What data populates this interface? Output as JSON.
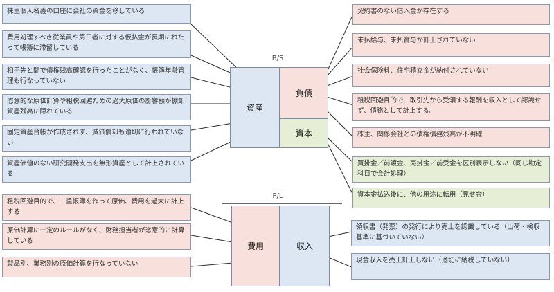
{
  "bs": {
    "title": "B/S",
    "assets": "資産",
    "liabilities": "負債",
    "equity": "資本",
    "left_notes": [
      "株主個人名義の口座に会社の資金を移している",
      "費用処理すべき従業員や第三者に対する仮払金が長期にわたって帳簿に滞留している",
      "相手先と間で債権残高確認を行ったことがなく、帳簿年齢管理も行なっていない",
      "恣意的な原価計算や租税回避ための過大原価の影響額が棚卸資産残高に隠れている",
      "固定資産台帳が作成されず、減価償却も適切に行われていない",
      "資産価値のない研究開発支出を無形資産として計上されている"
    ],
    "right_notes": [
      "契約書のない借入金が存在する",
      "未払給与、未払賞与が計上されていない",
      "社会保険料、住宅積立金が納付されていない",
      "租税回避目的で、取引先から受領する報酬を収入として認識せず、債務として計上する。",
      "株主、関係会社との債権債務残高が不明確",
      "買掛金／前渡金、売掛金／前受金を区別表示しない（同じ勘定科目で会計処理）",
      "資本金払込後に、他の用途に転用（見せ金）"
    ]
  },
  "pl": {
    "title": "P/L",
    "expenses": "費用",
    "revenue": "収入",
    "left_notes": [
      "租税回避目的で、二重帳簿を作って原価、費用を過大に計上する",
      "原価計算に一定のルールがなく、財務担当者が恣意的に計算している",
      "製品別、業務別の原価計算を行なっていない"
    ],
    "right_notes": [
      "領収書（発票）の発行により売上を認識している（出荷・検収基準に基づいていない）",
      "現金収入を売上計上しない（適切に納税していない）"
    ]
  },
  "colors": {
    "blue_fill": "#dde7f3",
    "pink_fill": "#f8e1dc",
    "green_fill": "#e6efd6",
    "border": "#8b98ad"
  }
}
